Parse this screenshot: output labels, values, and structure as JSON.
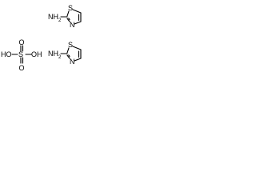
{
  "molecules": {
    "thiazole_top": {
      "nh2": "NH",
      "nh2_sub": "2",
      "sulfur": "S",
      "nitrogen": "N"
    },
    "thiazole_bottom": {
      "nh2": "NH",
      "nh2_sub": "2",
      "sulfur": "S",
      "nitrogen": "N"
    },
    "sulfuric_acid": {
      "sulfur": "S",
      "oxygen_top": "O",
      "oxygen_bottom": "O",
      "hydroxyl_left": "HO",
      "hydroxyl_right": "OH"
    }
  },
  "colors": {
    "ink": "#000000",
    "background": "#ffffff"
  }
}
